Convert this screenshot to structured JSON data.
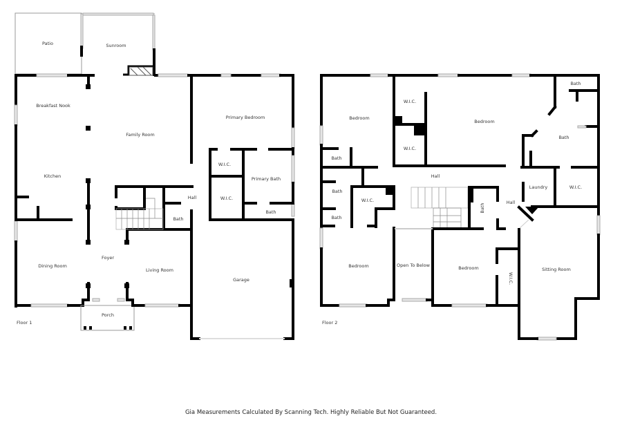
{
  "floor1": {
    "label": "Floor 1",
    "rooms": {
      "patio": "Patio",
      "sunroom": "Sunroom",
      "breakfast_nook": "Breakfast Nook",
      "family_room": "Family Room",
      "primary_bedroom": "Primary Bedroom",
      "kitchen": "Kitchen",
      "wic_1": "W.I.C.",
      "wic_2": "W.I.C.",
      "primary_bath": "Primary Bath",
      "hall": "Hall",
      "bath_half": "Bath",
      "bath_primary": "Bath",
      "dining_room": "Dining Room",
      "foyer": "Foyer",
      "living_room": "Living Room",
      "garage": "Garage",
      "porch": "Porch"
    }
  },
  "floor2": {
    "label": "Floor 2",
    "rooms": {
      "bedroom_nw": "Bedroom",
      "wic_top": "W.I.C.",
      "wic_mid": "W.I.C.",
      "bedroom_n": "Bedroom",
      "bath_ne_small": "Bath",
      "bath_ne": "Bath",
      "bath_w1": "Bath",
      "bath_w2": "Bath",
      "bath_w3": "Bath",
      "hall_main": "Hall",
      "wic_w": "W.I.C.",
      "laundry": "Laundry",
      "wic_e": "W.I.C.",
      "bath_center": "Bath",
      "hall_e": "Hall",
      "bedroom_sw": "Bedroom",
      "open_to_below": "Open To Below",
      "bedroom_s": "Bedroom",
      "wic_s": "W.I.C.",
      "sitting_room": "Sitting Room"
    }
  },
  "footer": "Gia Measurements Calculated By Scanning Tech. Highly Reliable But Not Guaranteed."
}
